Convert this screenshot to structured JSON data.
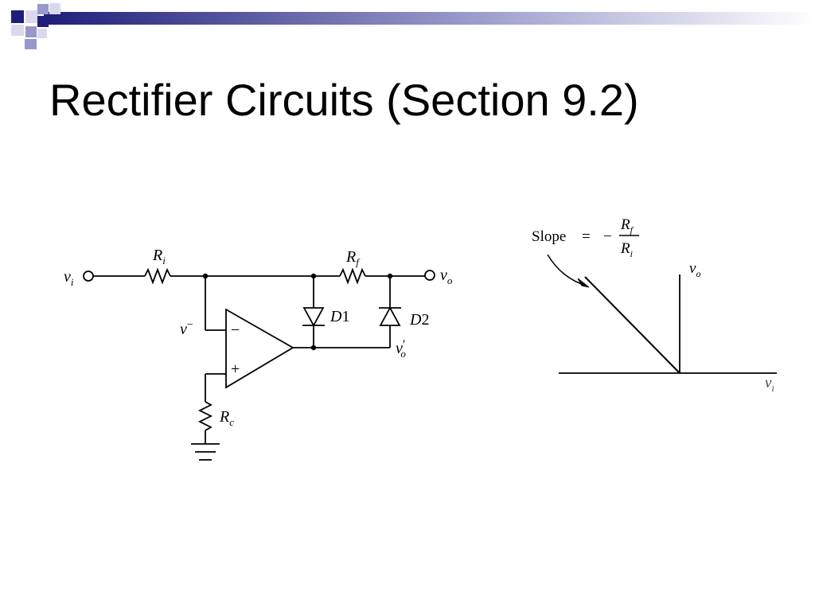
{
  "slide": {
    "title": "Rectifier Circuits (Section 9.2)"
  },
  "circuit": {
    "input": "v",
    "input_sub": "i",
    "output": "v",
    "output_sub": "o",
    "resistor_in": "R",
    "resistor_in_sub": "i",
    "resistor_fb": "R",
    "resistor_fb_sub": "f",
    "resistor_comp": "R",
    "resistor_comp_sub": "c",
    "inverting_node": "v",
    "inverting_node_sup": "−",
    "diode1_letter": "D",
    "diode1_num": "1",
    "diode2_letter": "D",
    "diode2_num": "2",
    "opamp_output": "v",
    "opamp_output_sub": "o",
    "opamp_output_prime": "′",
    "minus_terminal": "−",
    "plus_terminal": "+"
  },
  "transfer": {
    "slope_word": "Slope",
    "equals": "=",
    "neg": "−",
    "num": "R",
    "num_sub": "f",
    "den": "R",
    "den_sub": "i",
    "y_axis": "v",
    "y_axis_sub": "o",
    "x_axis": "v",
    "x_axis_sub": "i"
  },
  "colors": {
    "navy": "#1f1f7a",
    "lavender": "#9898cc",
    "pale": "#d9d9ee",
    "ink": "#000000"
  }
}
